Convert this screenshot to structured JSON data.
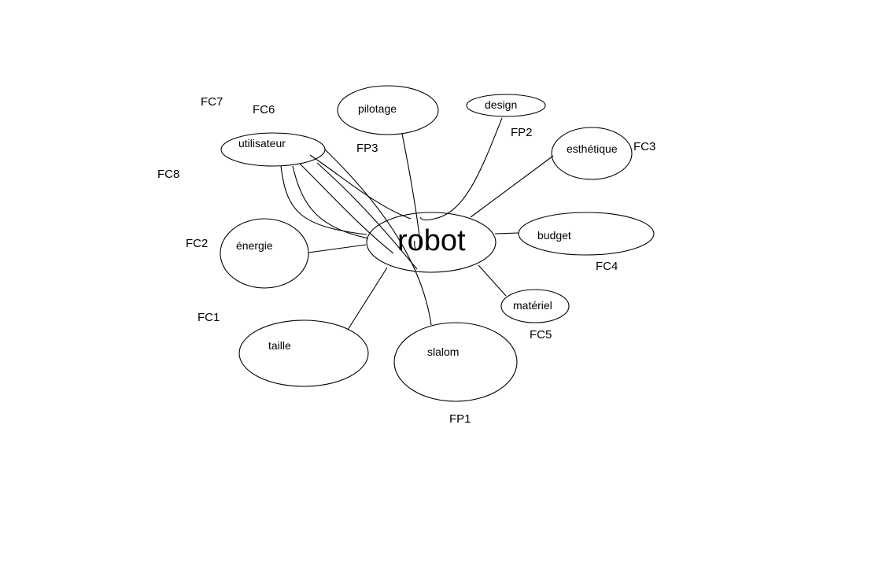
{
  "diagram": {
    "center": {
      "label": "robot"
    },
    "nodes": {
      "pilotage": "pilotage",
      "design": "design",
      "utilisateur": "utilisateur",
      "esthetique": "esthétique",
      "energie": "énergie",
      "budget": "budget",
      "materiel": "matériel",
      "taille": "taille",
      "slalom": "slalom"
    },
    "functions": {
      "fc7": "FC7",
      "fc6": "FC6",
      "fc8": "FC8",
      "fp3": "FP3",
      "fp2": "FP2",
      "fc3": "FC3",
      "fc2": "FC2",
      "fc4": "FC4",
      "fc1": "FC1",
      "fc5": "FC5",
      "fp1": "FP1"
    }
  }
}
